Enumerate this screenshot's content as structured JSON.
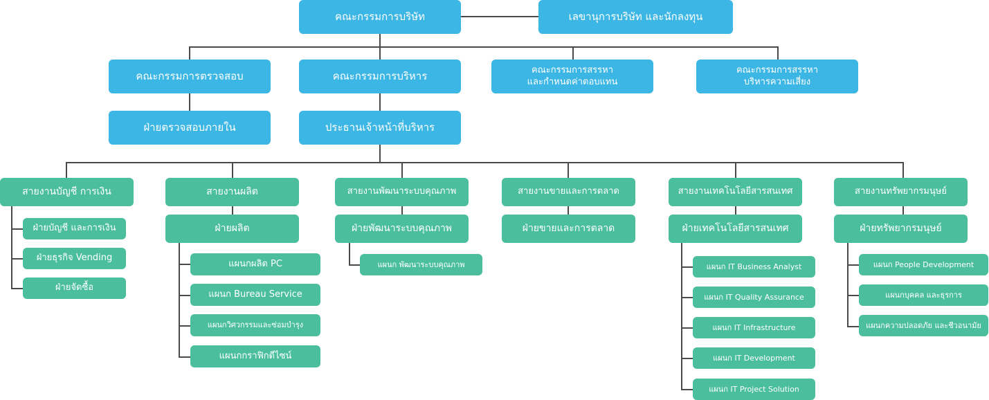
{
  "board": "คณะกรรมการบริษัท",
  "secretary": "เลขานุการบริษัท และนักลงทุน",
  "audit_committee": "คณะกรรมการตรวจสอบ",
  "executive_committee": "คณะกรรมการบริหาร",
  "nomination": {
    "line1": "คณะกรรมการสรรหา",
    "line2": "และกำหนดค่าตอบแทน"
  },
  "risk": {
    "line1": "คณะกรรมการสรรหา",
    "line2": "บริหารความเสี่ยง"
  },
  "internal_audit": "ฝ่ายตรวจสอบภายใน",
  "ceo": "ประธานเจ้าหน้าที่บริหาร",
  "branches": [
    {
      "title": "สายงานบัญชี การเงิน",
      "items": [
        "ฝ่ายบัญชี และการเงิน",
        "ฝ่ายธุรกิจ Vending",
        "ฝ่ายจัดซื้อ"
      ]
    },
    {
      "title": "สายงานผลิต",
      "dept": "ฝ่ายผลิต",
      "items": [
        "แผนกผลิต PC",
        "แผนก Bureau Service",
        "แผนกวิศวกรรมและซ่อมบำรุง",
        "แผนกกราฟิกดีไซน์"
      ]
    },
    {
      "title": "สายงานพัฒนาระบบคุณภาพ",
      "dept": "ฝ่ายพัฒนาระบบคุณภาพ",
      "items": [
        "แผนก พัฒนาระบบคุณภาพ"
      ]
    },
    {
      "title": "สายงานขายและการตลาด",
      "dept": "ฝ่ายขายและการตลาด"
    },
    {
      "title": "สายงานเทคโนโลยีสารสนเทศ",
      "dept": "ฝ่ายเทคโนโลยีสารสนเทศ",
      "items": [
        "แผนก IT Business Analyst",
        "แผนก IT Quality Assurance",
        "แผนก IT Infrastructure",
        "แผนก IT Development",
        "แผนก IT Project Solution"
      ]
    },
    {
      "title": "สายงานทรัพยากรมนุษย์",
      "dept": "ฝ่ายทรัพยากรมนุษย์",
      "items": [
        "แผนก People Development",
        "แผนกบุคคล และธุรการ",
        "แผนกความปลอดภัย และชีวอนามัย"
      ]
    }
  ],
  "colors": {
    "top_level": "#3cb6e5",
    "lower_level": "#4bbf9d",
    "connector": "#4a4a4a"
  }
}
